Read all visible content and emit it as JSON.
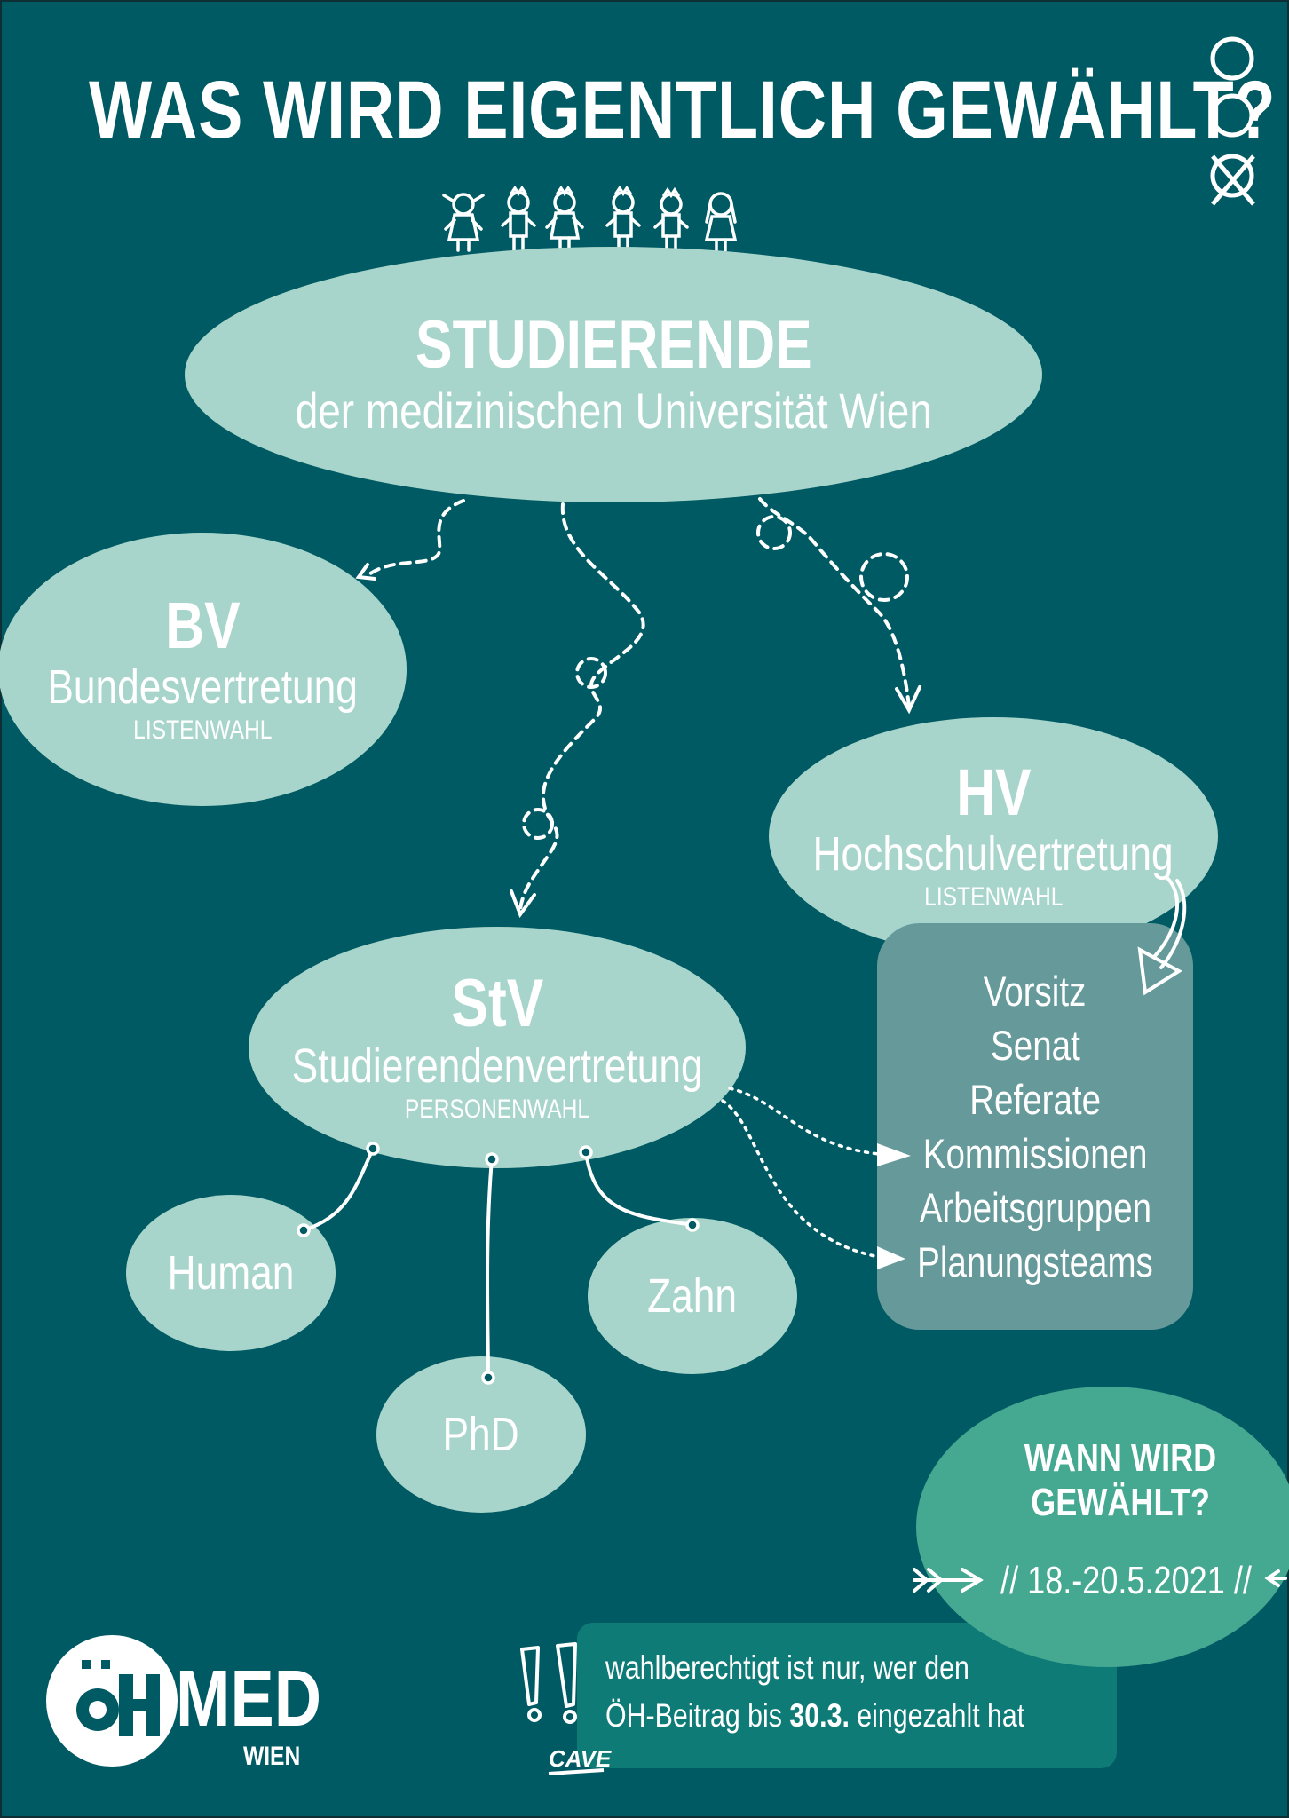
{
  "title": "WAS WIRD EIGENTLICH GEWÄHLT?",
  "colors": {
    "background": "#005a63",
    "oval": "#a8d5cb",
    "hv_box": "#66999a",
    "when_oval": "#45a891",
    "cave_box": "#0f7b77",
    "text": "#ffffff"
  },
  "icons": [
    "ballot-checkbox-icon",
    "students-figures-icon",
    "oeh-logo-icon",
    "exclamation-icon"
  ],
  "studierende": {
    "heading": "STUDIERENDE",
    "subtitle": "der medizinischen Universität Wien"
  },
  "bv": {
    "abbr": "BV",
    "name": "Bundesvertretung",
    "mode": "LISTENWAHL"
  },
  "hv": {
    "abbr": "HV",
    "name": "Hochschulvertretung",
    "mode": "LISTENWAHL"
  },
  "stv": {
    "abbr": "StV",
    "name": "Studierendenvertretung",
    "mode": "PERSONENWAHL"
  },
  "hv_bodies": [
    "Vorsitz",
    "Senat",
    "Referate",
    "Kommissionen",
    "Arbeitsgruppen",
    "Planungsteams"
  ],
  "branches": {
    "human": "Human",
    "zahn": "Zahn",
    "phd": "PhD"
  },
  "when": {
    "question_line1": "WANN WIRD",
    "question_line2": "GEWÄHLT?",
    "dates": "// 18.-20.5.2021 //"
  },
  "notice": {
    "line1": "wahlberechtigt ist nur, wer den",
    "line2_before": "ÖH-Beitrag bis",
    "line2_bold": "30.3.",
    "line2_after": "eingezahlt hat",
    "cave_label": "CAVE"
  },
  "logo": {
    "text_main": "MED",
    "text_sub": "WIEN"
  }
}
